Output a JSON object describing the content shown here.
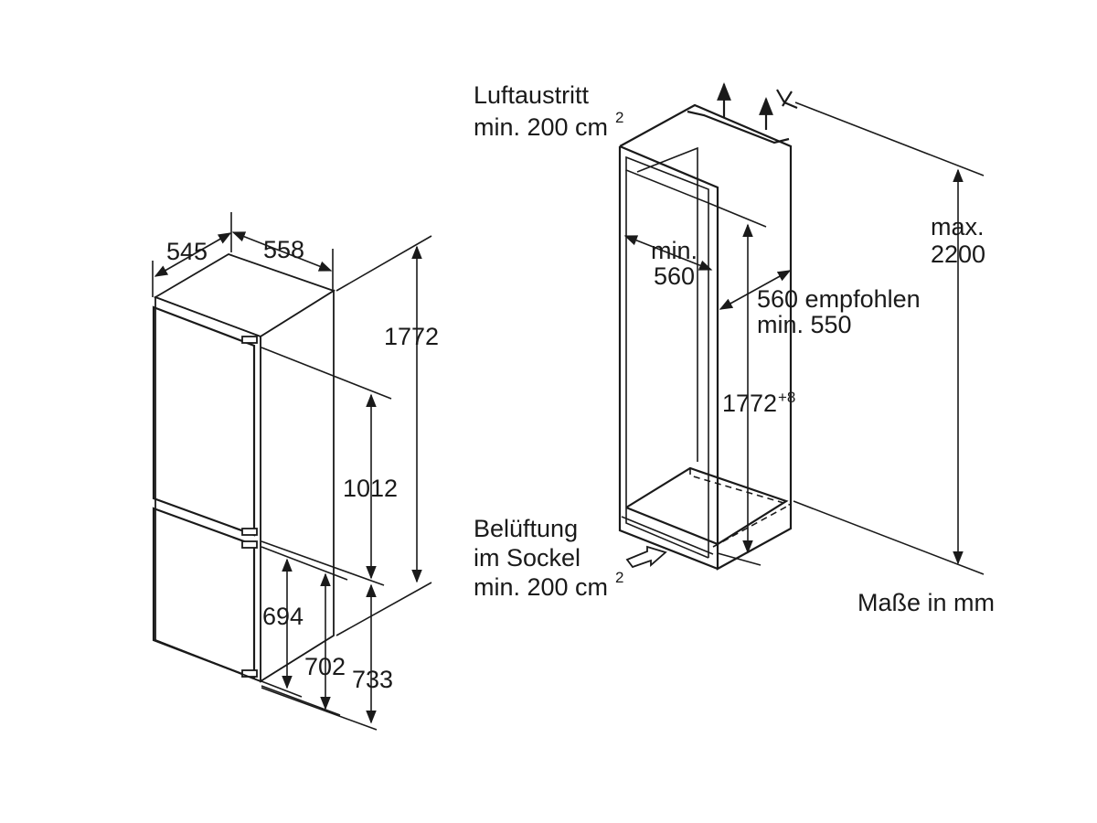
{
  "appliance": {
    "depth": "545",
    "width": "558",
    "height_total": "1772",
    "height_upper_door": "1012",
    "height_lower_door": "694",
    "height_lower_702": "702",
    "height_lower_733": "733"
  },
  "niche": {
    "air_outlet_line1": "Luftaustritt",
    "air_outlet_line2": "min. 200 cm",
    "air_outlet_sup": "2",
    "width_line1": "min.",
    "width_line2": "560",
    "depth_line1": "560 empfohlen",
    "depth_line2": "min. 550",
    "height_value": "1772",
    "height_sup": "+8",
    "max_line1": "max.",
    "max_line2": "2200",
    "ventilation_line1": "Belüftung",
    "ventilation_line2": "im Sockel",
    "ventilation_line3": "min. 200 cm",
    "ventilation_sup": "2"
  },
  "units_note": "Maße in mm"
}
